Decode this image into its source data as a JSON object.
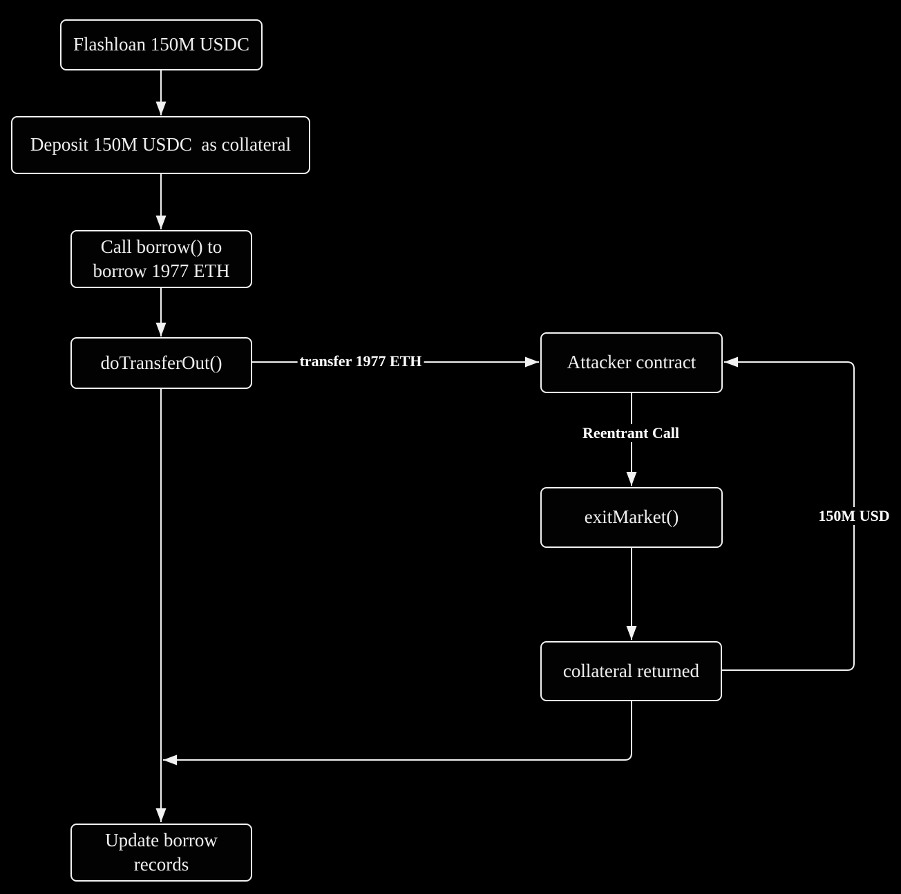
{
  "theme": {
    "background_color": "#000000",
    "line_color": "#f2f2f2",
    "text_color": "#efefef"
  },
  "diagram": {
    "nodes": {
      "flashloan": {
        "label": "Flashloan 150M USDC"
      },
      "deposit": {
        "label": "Deposit 150M USDC  as collateral"
      },
      "call_borrow": {
        "label": "Call borrow() to\nborrow 1977 ETH"
      },
      "do_transfer_out": {
        "label": "doTransferOut()"
      },
      "attacker_contract": {
        "label": "Attacker contract"
      },
      "exit_market": {
        "label": "exitMarket()"
      },
      "collateral_returned": {
        "label": "collateral returned"
      },
      "update_borrow_records": {
        "label": "Update borrow\nrecords"
      }
    },
    "edge_labels": {
      "transfer_eth": "transfer 1977 ETH",
      "reentrant_call": "Reentrant Call",
      "usd_returned": "150M USD"
    }
  }
}
